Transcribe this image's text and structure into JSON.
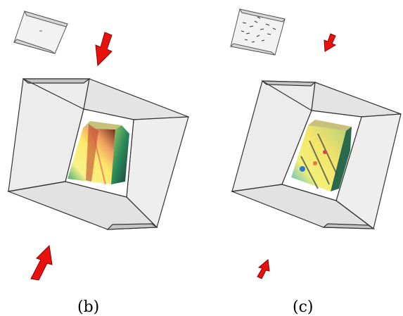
{
  "panels": [
    {
      "id": "b",
      "caption": "(b)"
    },
    {
      "id": "c",
      "caption": "(c)"
    }
  ],
  "colors": {
    "frame_stroke": "#333333",
    "frame_fill": "#e9e9e9",
    "frame_dark": "#c8c8c8",
    "arrow_red": "#e8120c",
    "arrow_outline": "#8a0000"
  },
  "icons": [
    "inset-cube-icon",
    "compression-arrow-icon"
  ]
}
